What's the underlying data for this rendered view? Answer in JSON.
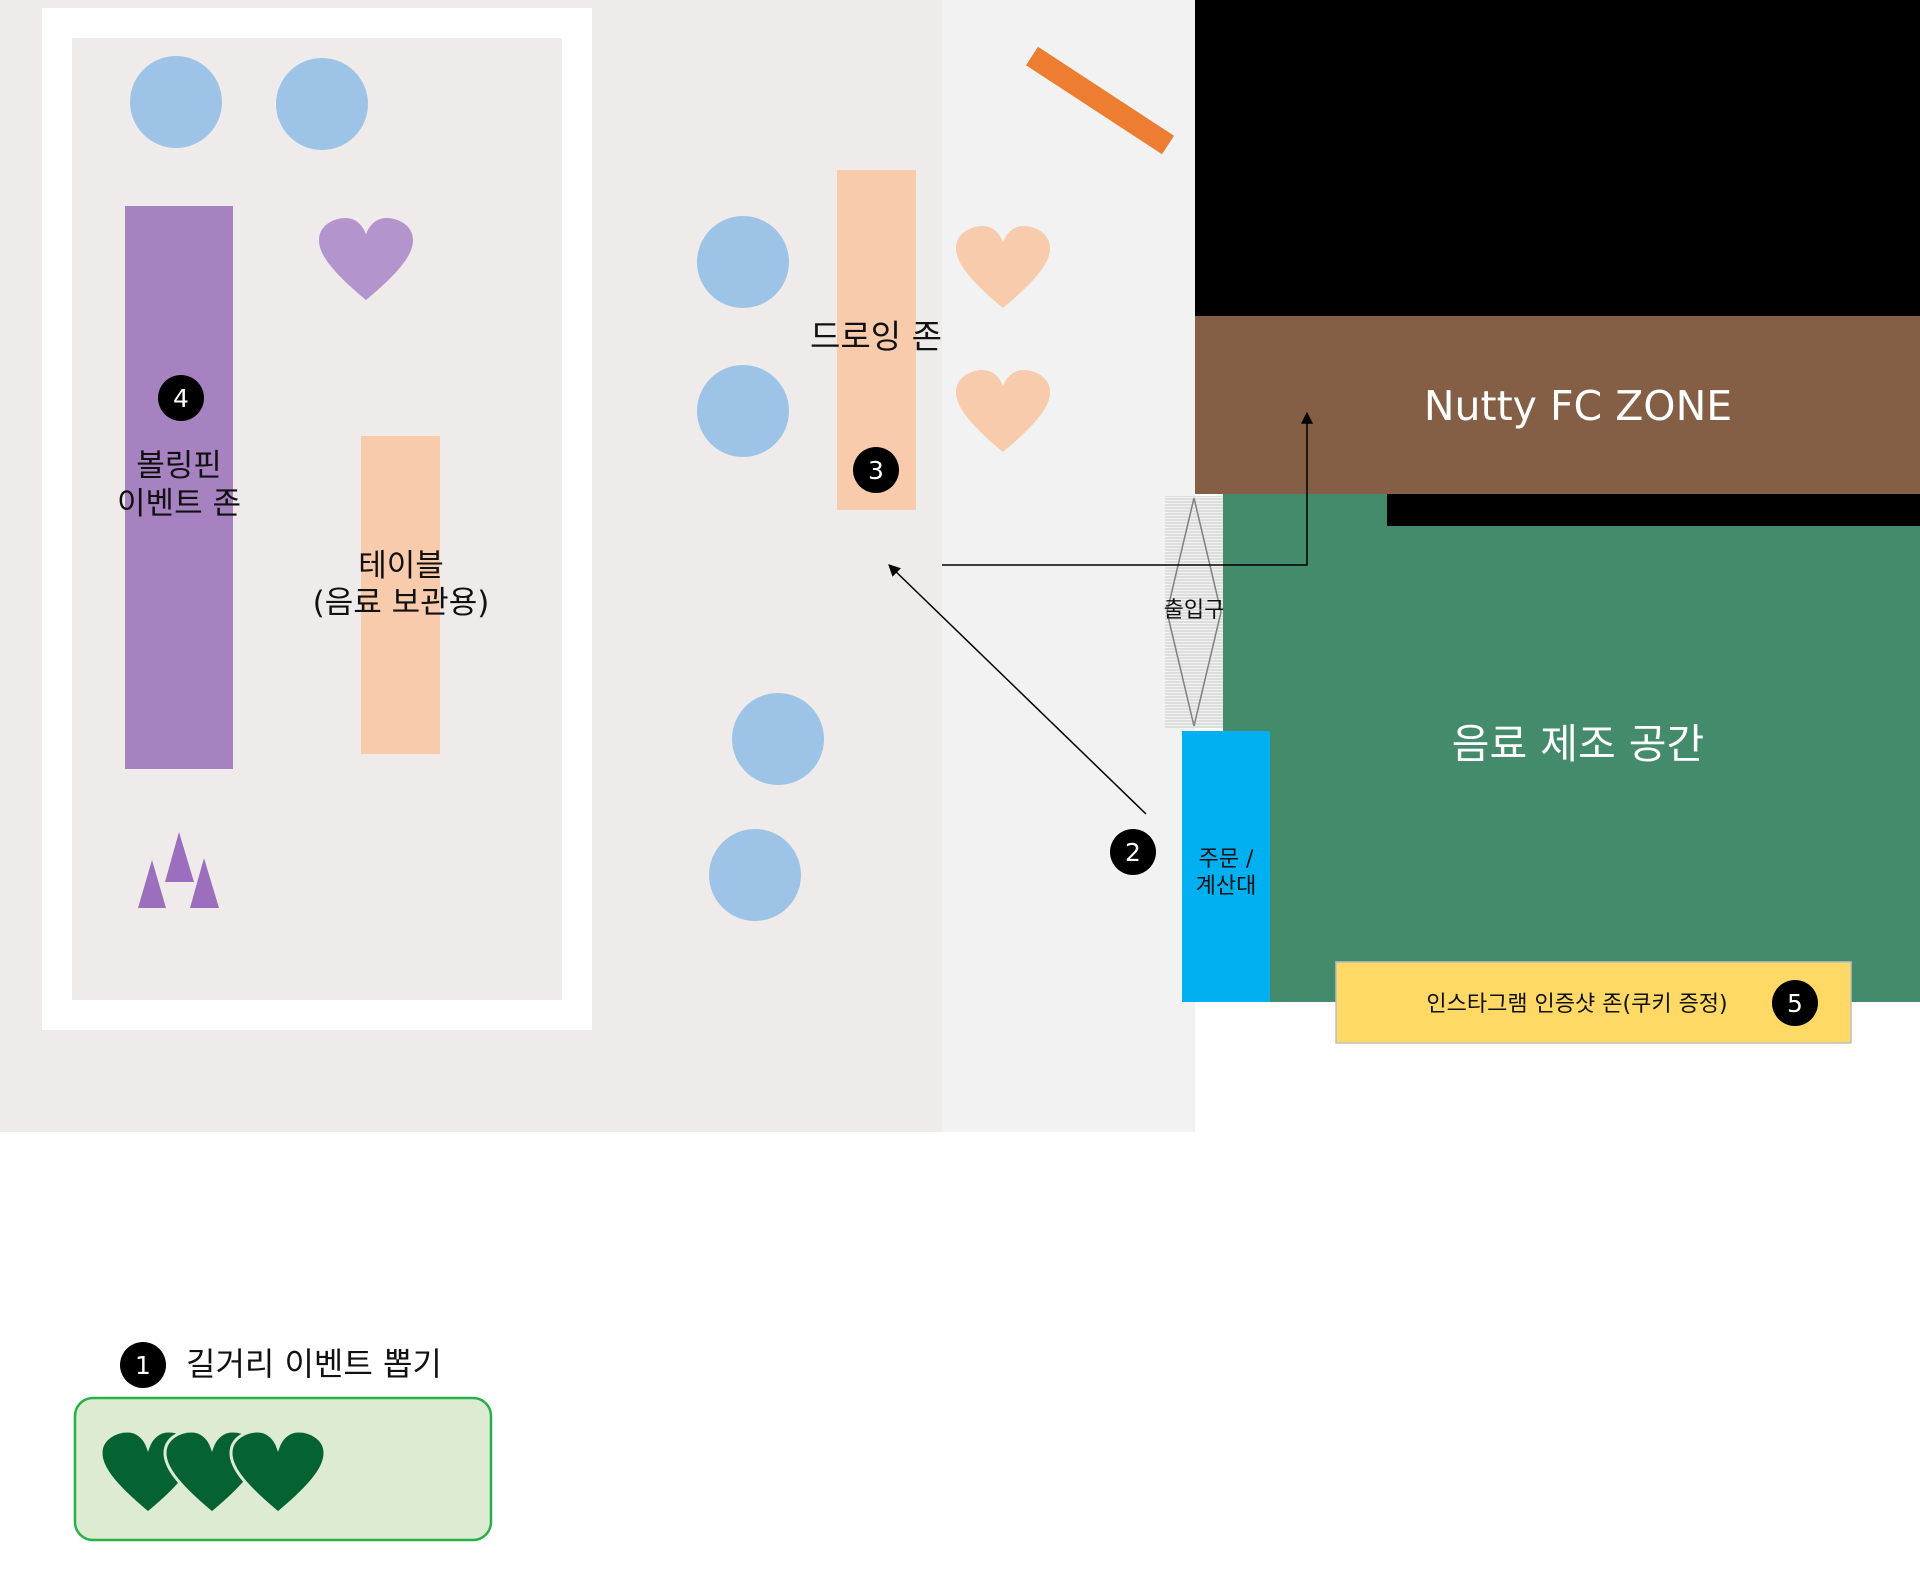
{
  "zones": {
    "bowling": {
      "line1": "볼링핀",
      "line2": "이벤트 존",
      "badge": "4",
      "color": "#a682c0"
    },
    "table": {
      "line1": "테이블",
      "line2": "(음료 보관용)",
      "color": "#f8cbad"
    },
    "drawing": {
      "label": "드로잉 존",
      "badge": "3",
      "color": "#f8cbad"
    },
    "nutty": {
      "label": "Nutty FC ZONE",
      "color": "#845e45"
    },
    "entrance": {
      "label": "출입구"
    },
    "counter": {
      "line1": "주문 /",
      "line2": "계산대",
      "color": "#00b0f0"
    },
    "order_badge": "2",
    "beverage": {
      "label": "음료 제조 공간",
      "color": "#438b6a"
    },
    "instagram": {
      "label": "인스타그램 인증샷 존(쿠키 증정)",
      "badge": "5",
      "color": "#ffd966"
    }
  },
  "legend": {
    "badge": "1",
    "title": "길거리 이벤트 뽑기",
    "box_fill": "#deebd3",
    "box_border": "#27b048",
    "heart_color": "#056232"
  },
  "colors": {
    "left_floor": "#efebea",
    "right_floor": "#f2f2f2",
    "circle": "#9dc3e6",
    "purple_heart": "#b394cd",
    "peach_heart": "#f8cbad",
    "orange_bar": "#ed7d31",
    "cone": "#9b6fbd",
    "black_block": "#000000",
    "badge": "#000000"
  },
  "icons": [
    "circle-seat",
    "heart-icon",
    "cone-icon",
    "arrow-icon",
    "badge-icon"
  ]
}
